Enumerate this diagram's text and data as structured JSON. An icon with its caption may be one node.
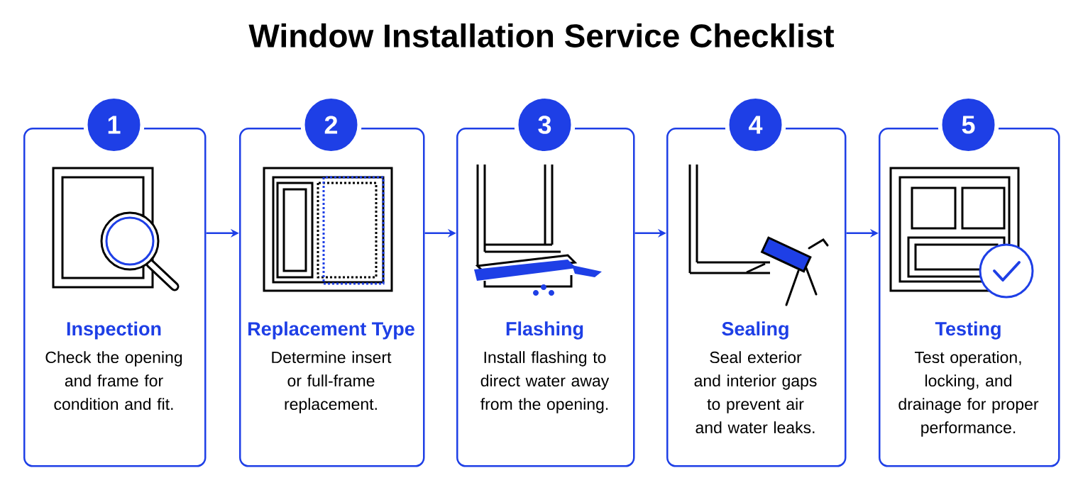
{
  "diagram": {
    "title": "Window Installation Service Checklist",
    "nodes": [
      {
        "text": [
          "1",
          "Inspection",
          "Check the opening and frame for condition and fit."
        ]
      },
      {
        "text": [
          "2",
          "Replacement Type",
          "Determine insert or full-frame replacement."
        ]
      },
      {
        "text": [
          "3",
          "Flashing",
          "Install flashing to direct water away from the opening."
        ]
      },
      {
        "text": [
          "4",
          "Sealing",
          "Seal exterior and interior gaps to prevent air and water leaks."
        ]
      },
      {
        "text": [
          "5",
          "Testing",
          "Test operation, locking, and drainage for proper performance."
        ]
      }
    ],
    "edges": [
      {
        "from": 0,
        "to": 1,
        "arrow": "to"
      },
      {
        "from": 1,
        "to": 2,
        "arrow": "to"
      },
      {
        "from": 2,
        "to": 3,
        "arrow": "to"
      },
      {
        "from": 3,
        "to": 4,
        "arrow": "to"
      }
    ]
  }
}
